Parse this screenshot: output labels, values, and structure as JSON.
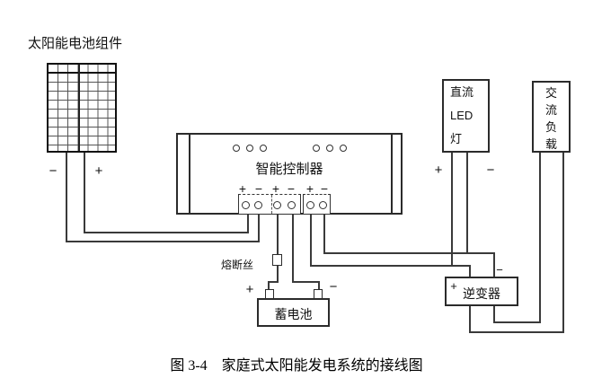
{
  "figure": {
    "caption": "图 3-4　家庭式太阳能发电系统的接线图"
  },
  "components": {
    "solar_panel": {
      "label": "太阳能电池组件",
      "neg": "−",
      "pos": "+"
    },
    "controller": {
      "label": "智能控制器",
      "terminal_labels": [
        "+",
        "−",
        "+",
        "−",
        "+",
        "−"
      ]
    },
    "fuse": {
      "label": "熔断丝"
    },
    "battery": {
      "label": "蓄电池",
      "pos": "+",
      "neg": "−"
    },
    "led_lamp": {
      "line1": "直流",
      "line2": "LED",
      "line3": "灯",
      "pos": "+",
      "neg": "−"
    },
    "ac_load": {
      "char1": "交",
      "char2": "流",
      "char3": "负",
      "char4": "载"
    },
    "inverter": {
      "label": "逆变器",
      "pos": "+",
      "neg": "−"
    }
  },
  "colors": {
    "line": "#3a3a3a",
    "text": "#111111",
    "background": "#ffffff"
  }
}
